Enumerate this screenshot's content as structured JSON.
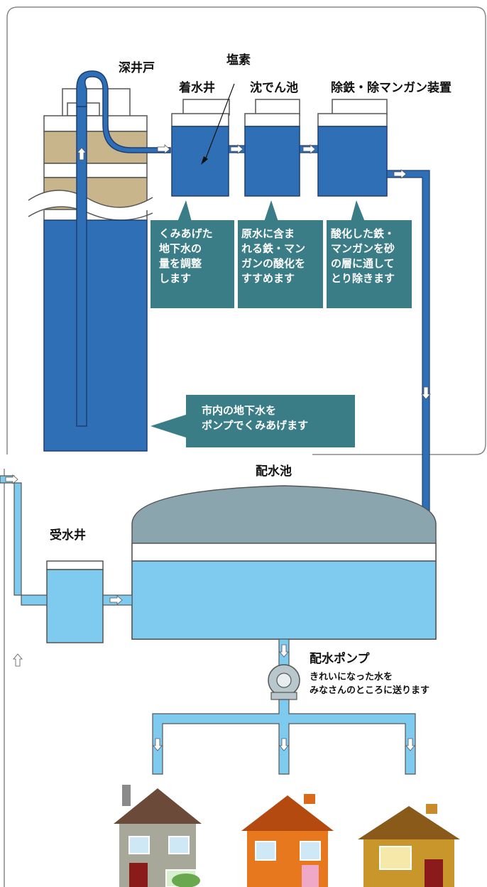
{
  "labels": {
    "deep_well": "深井戸",
    "chlorine": "塩素",
    "receiving_well": "着水井",
    "settling_pond": "沈でん池",
    "iron_manganese": "除鉄・除マンガン装置",
    "distribution_reservoir": "配水池",
    "intake_well": "受水井",
    "distribution_pump": "配水ポンプ"
  },
  "descriptions": {
    "receiving_well": "くみあげた\n地下水の\n量を調整\nします",
    "settling_pond": "原水に含ま\nれる鉄・マン\nガンの酸化を\nすすめます",
    "iron_manganese": "酸化した鉄・\nマンガンを砂\nの層に通して\nとり除きます",
    "deep_well": "市内の地下水を\nポンプでくみあげます",
    "pump": "きれいになった水を\nみなさんのところに送ります"
  },
  "colors": {
    "water_dark": "#2f6fb5",
    "water_light": "#7fcbef",
    "pipe_outline": "#1f3f73",
    "callout": "#3b7d86",
    "reservoir_dome": "#8aa5ad",
    "soil": "#c9b58c"
  }
}
